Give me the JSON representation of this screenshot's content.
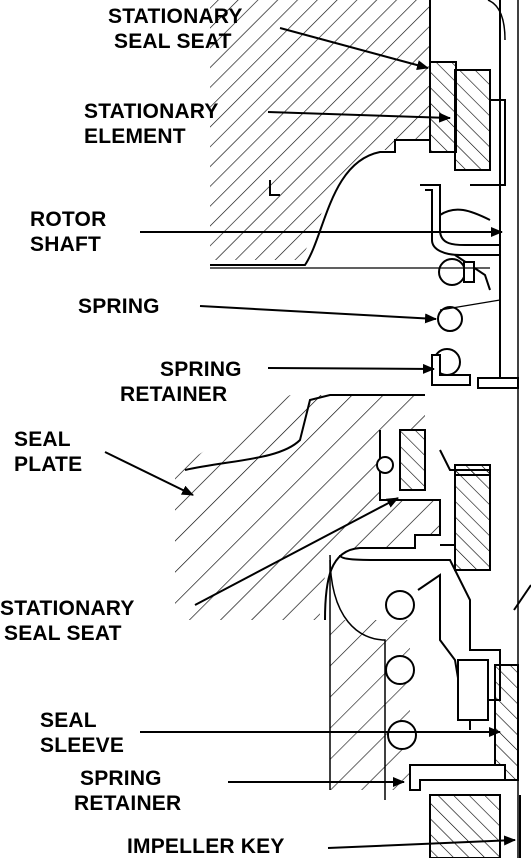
{
  "labels": {
    "stationary_seal_seat_top": {
      "line1": "STATIONARY",
      "line2": "SEAL SEAT"
    },
    "stationary_element": {
      "line1": "STATIONARY",
      "line2": "ELEMENT"
    },
    "rotor_shaft": {
      "line1": "ROTOR",
      "line2": "SHAFT"
    },
    "spring": {
      "line1": "SPRING"
    },
    "spring_retainer_top": {
      "line1": "SPRING",
      "line2": "RETAINER"
    },
    "seal_plate": {
      "line1": "SEAL",
      "line2": "PLATE"
    },
    "stationary_seal_seat_bottom": {
      "line1": "STATIONARY",
      "line2": "SEAL SEAT"
    },
    "seal_sleeve": {
      "line1": "SEAL",
      "line2": "SLEEVE"
    },
    "spring_retainer_bottom": {
      "line1": "SPRING",
      "line2": "RETAINER"
    },
    "impeller_key": {
      "line1": "IMPELLER KEY"
    }
  },
  "colors": {
    "ink": "#000000",
    "paper": "#ffffff"
  }
}
